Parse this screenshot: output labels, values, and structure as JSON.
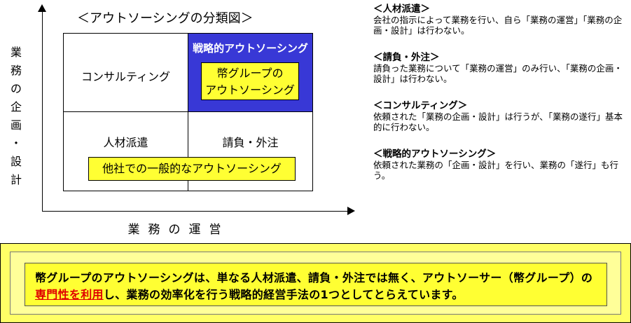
{
  "diagram": {
    "title": "＜アウトソーシングの分類図＞",
    "y_axis_label": [
      "業",
      "務",
      "の",
      "企",
      "画",
      "・",
      "設",
      "計"
    ],
    "x_axis_label": "業務の運営",
    "quadrants": {
      "top_left": "コンサルティング",
      "top_right_header": "戦略的アウトソーシング",
      "top_right_box_line1": "幣グループの",
      "top_right_box_line2": "アウトソーシング",
      "bottom_left": "人材派遣",
      "bottom_right": "請負・外注",
      "bottom_box": "他社での一般的なアウトソーシング"
    },
    "colors": {
      "strategic_fill": "#3838d6",
      "highlight_box": "#ffff33"
    }
  },
  "definitions": [
    {
      "title": "＜人材派遣＞",
      "text": "会社の指示によって業務を行い、自ら「業務の運営」「業務の企画・設計」は行わない。"
    },
    {
      "title": "＜請負・外注＞",
      "text": "請負った業務について「業務の運営」のみ行い、「業務の企画・設計」は行わない。"
    },
    {
      "title": "＜コンサルティング＞",
      "text": "依頼された「業務の企画・設計」は行うが、「業務の遂行」基本的に行わない。"
    },
    {
      "title": "＜戦略的アウトソーシング＞",
      "text": "依頼された業務の「企画・設計」を行い、業務の「遂行」も行う。"
    }
  ],
  "banner": {
    "text_before": "幣グループのアウトソーシングは、単なる人材派遣、請負・外注では無く、アウトソーサー（幣グループ）の",
    "highlight": "専門性を利用",
    "text_after": "し、業務の効率化を行う戦略的経営手法の1つとしてとらえています。",
    "highlight_color": "#e00000"
  }
}
